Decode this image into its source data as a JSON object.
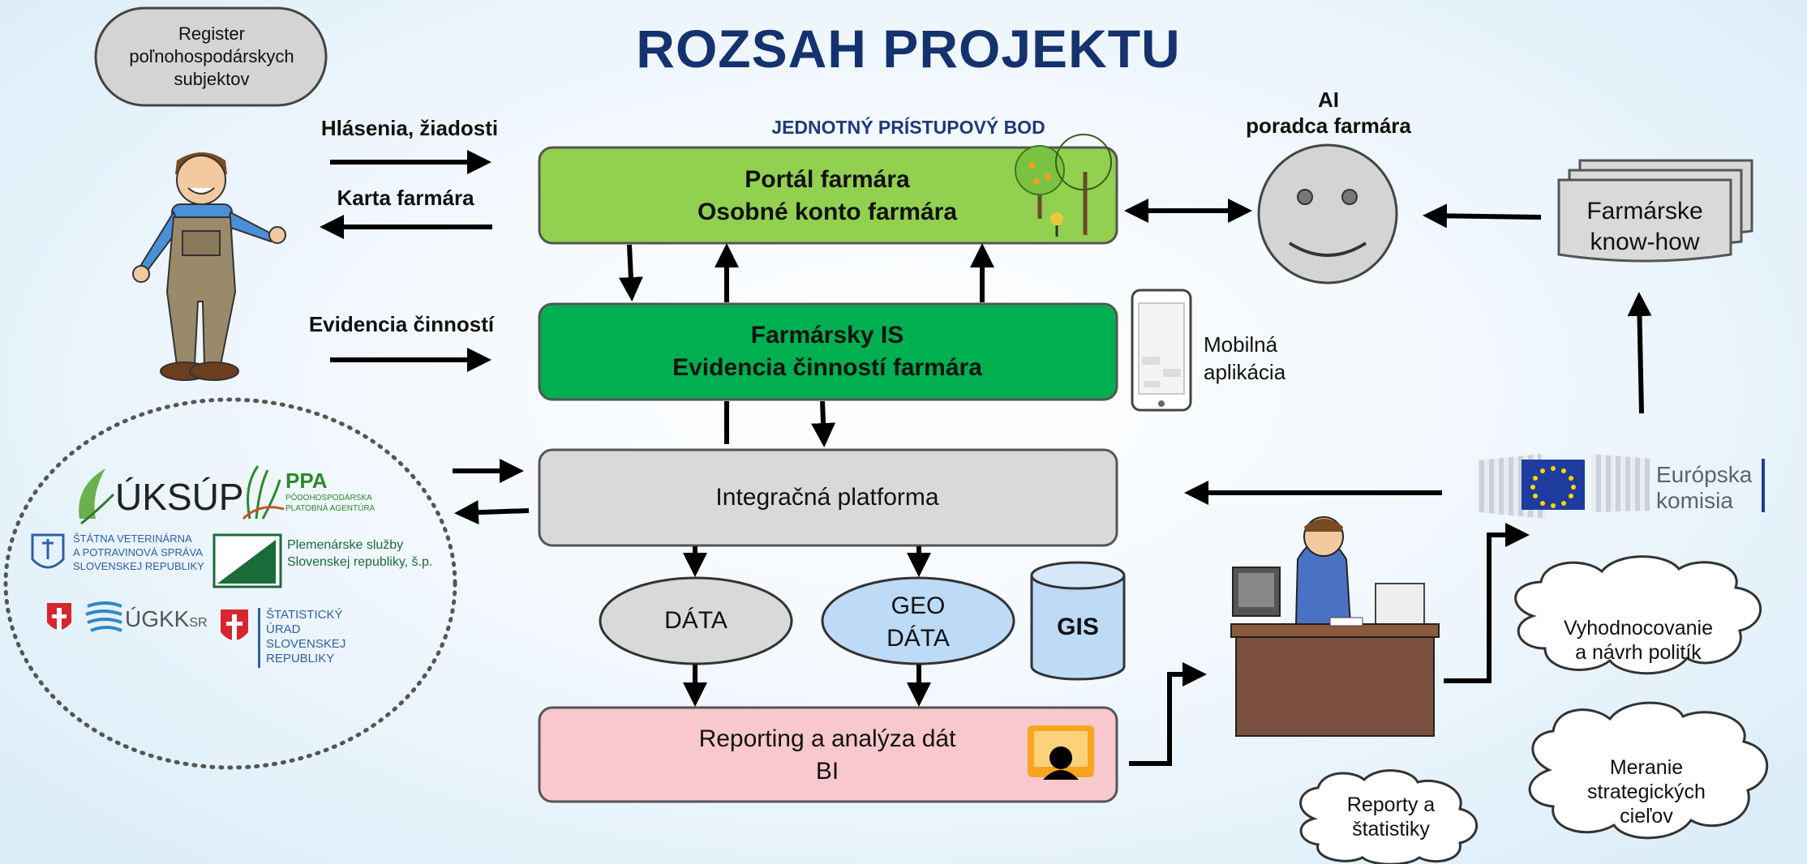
{
  "title": "ROZSAH PROJEKTU",
  "subtitle": "JEDNOTNÝ PRÍSTUPOVÝ BOD",
  "register": "Register poľnohospodárskych subjektov",
  "farmer_arrows": {
    "hlasenia": "Hlásenia, žiadosti",
    "karta": "Karta farmára",
    "evidencia": "Evidencia činností"
  },
  "portal": {
    "line1": "Portál farmára",
    "line2": "Osobné konto farmára"
  },
  "farmarsky_is": {
    "line1": "Farmársky IS",
    "line2": "Evidencia činností farmára"
  },
  "mobile": {
    "line1": "Mobilná",
    "line2": "aplikácia"
  },
  "integration": "Integračná platforma",
  "data": "DÁTA",
  "geo": {
    "line1": "GEO",
    "line2": "DÁTA"
  },
  "gis": "GIS",
  "reporting": {
    "line1": "Reporting a analýza dát",
    "line2": "BI"
  },
  "ai": {
    "line1": "AI",
    "line2": "poradca farmára"
  },
  "knowhow": {
    "line1": "Farmárske",
    "line2": "know-how"
  },
  "eu": {
    "line1": "Európska",
    "line2": "komisia"
  },
  "clouds": {
    "policy": {
      "line1": "Vyhodnocovanie",
      "line2": "a návrh politík"
    },
    "goals": {
      "line1": "Meranie",
      "line2": "strategických",
      "line3": "cieľov"
    },
    "reports": {
      "line1": "Reporty a",
      "line2": "štatistiky"
    }
  },
  "logos": {
    "uksup": "ÚKSÚP",
    "ppa": "PPA",
    "ppa_sub1": "PÔDOHOSPODÁRSKA",
    "ppa_sub2": "PLATOBNÁ AGENTÚRA",
    "svps1": "ŠTÁTNA VETERINÁRNA",
    "svps2": "A POTRAVINOVÁ SPRÁVA",
    "svps3": "SLOVENSKEJ REPUBLIKY",
    "pssr1": "Plemenárske služby",
    "pssr2": "Slovenskej republiky, š.p.",
    "ugkk": "ÚGKK",
    "ugkk_sr": "SR",
    "susr1": "ŠTATISTICKÝ",
    "susr2": "ÚRAD",
    "susr3": "SLOVENSKEJ",
    "susr4": "REPUBLIKY"
  },
  "colors": {
    "title": "#14326e",
    "portal": "#92d050",
    "farmarsky_is": "#00b050",
    "integration": "#d9d9d9",
    "reporting": "#f8c8cc",
    "geo": "#bddbf7",
    "data": "#d9d9d9"
  }
}
